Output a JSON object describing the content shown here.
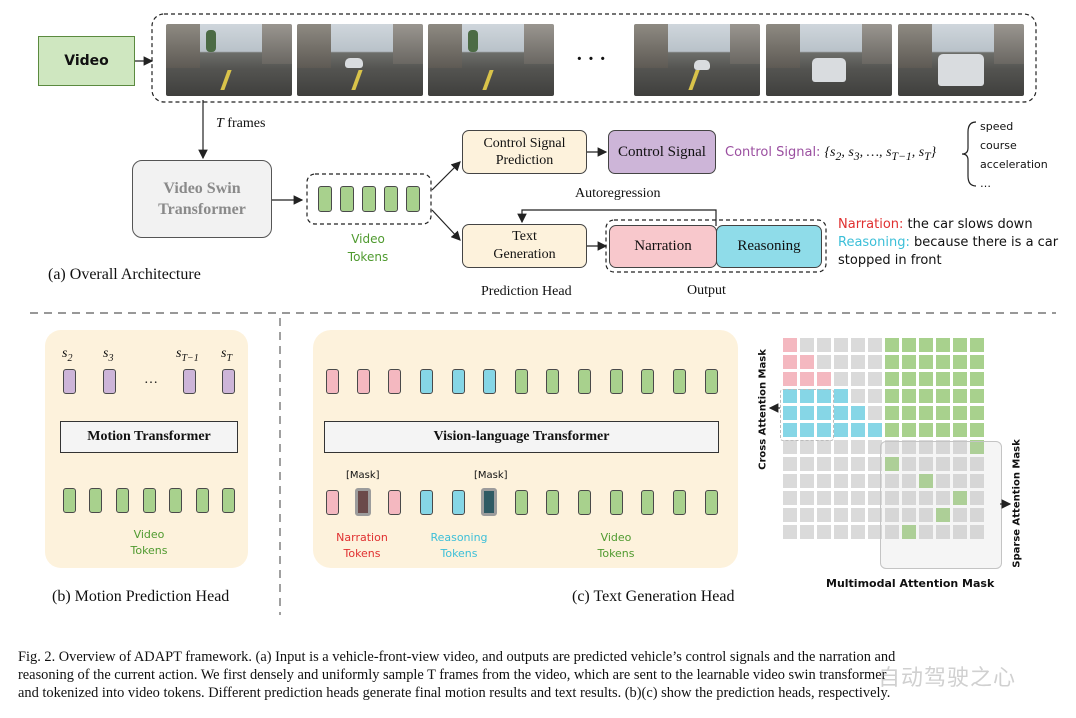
{
  "overall": {
    "video_label": "Video",
    "ellipsis": "· · ·",
    "t_frames_italic": "T",
    "t_frames_text": "frames",
    "video_swin": "Video Swin Transformer",
    "video_tokens_label": "Video Tokens",
    "control_signal_prediction": "Control Signal Prediction",
    "control_signal": "Control Signal",
    "control_signal_formula_label": "Control Signal:",
    "control_signal_formula": "{s₂, s₃, …, s_{T−1}, s_T}",
    "control_items": [
      "speed",
      "course",
      "acceleration",
      "…"
    ],
    "autoregression": "Autoregression",
    "text_generation": "Text Generation",
    "narration_box": "Narration",
    "reasoning_box": "Reasoning",
    "narration_label": "Narration:",
    "narration_text": "the car slows down",
    "reasoning_label": "Reasoning:",
    "reasoning_text_1": "because there is a car",
    "reasoning_text_2": "stopped in front",
    "prediction_head": "Prediction Head",
    "output": "Output",
    "caption": "(a) Overall Architecture"
  },
  "motion_head": {
    "s_labels": [
      "s₂",
      "s₃",
      "…",
      "s_{T−1}",
      "s_T"
    ],
    "transformer": "Motion Transformer",
    "video_tokens": "Video Tokens",
    "caption": "(b) Motion Prediction Head"
  },
  "text_head": {
    "transformer": "Vision-language Transformer",
    "mask1": "[Mask]",
    "mask2": "[Mask]",
    "narration_tokens": "Narration Tokens",
    "reasoning_tokens": "Reasoning Tokens",
    "video_tokens": "Video Tokens",
    "caption": "(c) Text Generation Head"
  },
  "attention": {
    "cross_label": "Cross Attention Mask",
    "sparse_label": "Sparse Attention Mask",
    "multimodal_label": "Multimodal Attention Mask"
  },
  "figure_caption": {
    "line1": "Fig. 2.   Overview of ADAPT framework. (a) Input is a vehicle-front-view video, and outputs are predicted vehicle’s control signals and the narration and",
    "line2": "reasoning of the current action. We first densely and uniformly sample T frames from the video, which are sent to the learnable video swin transformer",
    "line3": "and tokenized into video tokens. Different prediction heads generate final motion results and text results. (b)(c) show the prediction heads, respectively."
  },
  "watermark": "自动驾驶之心",
  "colors": {
    "green": "#a8d18d",
    "pink": "#f4b8c0",
    "blue": "#86d6e6",
    "purple": "#cdb5d8",
    "cream": "#fdf2dc",
    "narration_text": "#e03030",
    "reasoning_text": "#3cbfd8",
    "control_text": "#9b4fa0",
    "tokens_text": "#4f9a2f"
  }
}
